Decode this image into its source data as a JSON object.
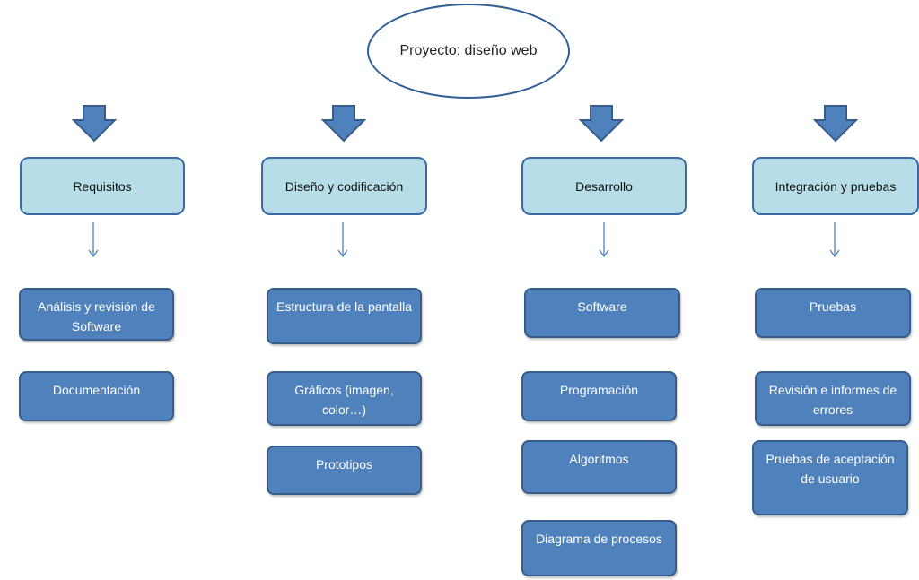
{
  "root": {
    "label": "Proyecto: diseño web"
  },
  "columns": [
    {
      "header": "Requisitos",
      "tasks": [
        "Análisis y revisión de Software",
        "Documentación"
      ]
    },
    {
      "header": "Diseño y codificación",
      "tasks": [
        "Estructura de la pantalla",
        "Gráficos (imagen, color…)",
        "Prototipos"
      ]
    },
    {
      "header": "Desarrollo",
      "tasks": [
        "Software",
        "Programación",
        "Algoritmos",
        "Diagrama de procesos"
      ]
    },
    {
      "header": "Integración y pruebas",
      "tasks": [
        "Pruebas",
        "Revisión e informes de errores",
        "Pruebas de aceptación de usuario"
      ]
    }
  ],
  "colors": {
    "header_fill": "#b7dde8",
    "task_fill": "#4f81bd",
    "arrow_fill": "#4f81bd",
    "outline": "#385d8a"
  }
}
